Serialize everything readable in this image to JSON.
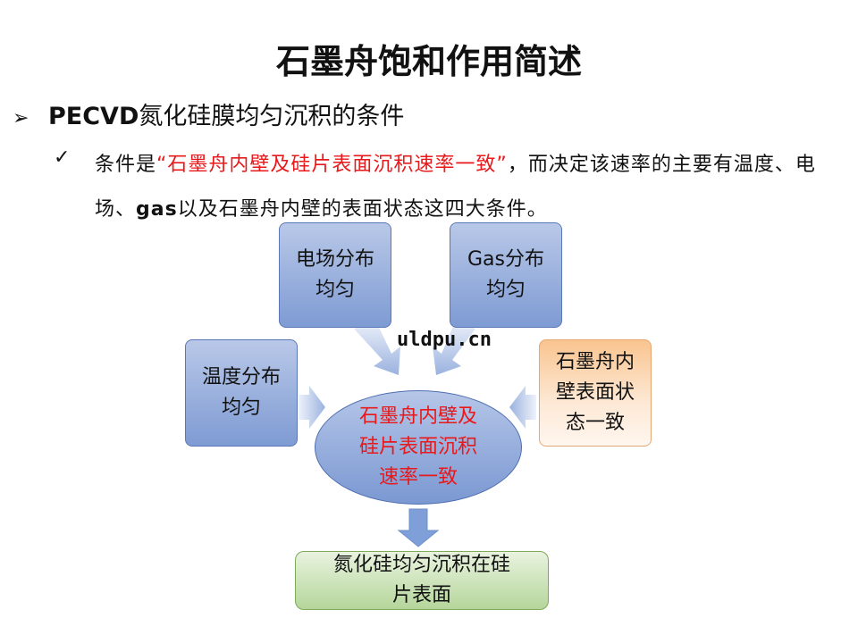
{
  "title": "石墨舟饱和作用简述",
  "bullet1": {
    "strong": "PECVD",
    "text": "氮化硅膜均匀沉积的条件"
  },
  "bullet2": {
    "prefix": "条件是",
    "quote": "“石墨舟内壁及硅片表面沉积速率一致”",
    "middle": "，而决定该速率的主要有温度、电场、",
    "bold": "gas",
    "suffix": "以及石墨舟内壁的表面状态这四大条件。"
  },
  "diagram": {
    "electric_field": "电场分布\n均匀",
    "gas": "Gas分布\n均匀",
    "temperature": "温度分布\n均匀",
    "boat_surface": "石墨舟内\n壁表面状\n态一致",
    "center": "石墨舟内壁及\n硅片表面沉积\n速率一致",
    "result": "氮化硅均匀沉积在硅\n片表面"
  },
  "watermark": "uldpu.cn",
  "colors": {
    "accent_red": "#e8191b",
    "box_blue": "#7e9bd3",
    "box_orange": "#f9c48f",
    "box_green": "#b5d69b",
    "arrow_blue": "#9ab2df"
  },
  "icons": {
    "bullet1": "arrowhead-bullet-icon",
    "bullet2": "checkmark-icon"
  }
}
